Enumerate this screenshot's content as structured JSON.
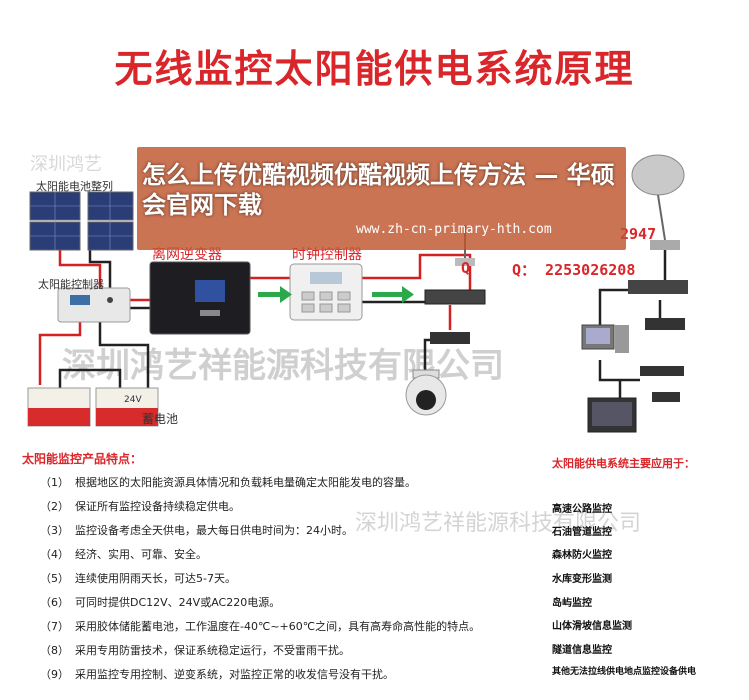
{
  "title": "无线监控太阳能供电系统原理",
  "watermarks": {
    "top_left": "深圳鸿艺",
    "center": "深圳鸿艺祥能源科技有限公司",
    "lower": "深圳鸿艺祥能源科技有限公司"
  },
  "overlay": {
    "title": "怎么上传优酷视频优酷视频上传方法 — 华硕会官网下载",
    "url": "www.zh-cn-primary-hth.com"
  },
  "diagram": {
    "solar_panel": "太阳能电池整列",
    "controller": "太阳能控制器",
    "inverter": "离网逆变器",
    "timer": "时钟控制器",
    "battery": "蓄电池",
    "battery_voltage": "24V",
    "contact_q": "Q：  2253026208",
    "contact_q_left": "Q",
    "contact_fragment": "2947"
  },
  "features": {
    "title": "太阳能监控产品特点：",
    "items": [
      {
        "num": "（1）",
        "text": "根据地区的太阳能资源具体情况和负载耗电量确定太阳能发电的容量。"
      },
      {
        "num": "（2）",
        "text": "保证所有监控设备持续稳定供电。"
      },
      {
        "num": "（3）",
        "text": "监控设备考虑全天供电，最大每日供电时间为：24小时。"
      },
      {
        "num": "（4）",
        "text": "经济、实用、可靠、安全。"
      },
      {
        "num": "（5）",
        "text": "连续使用阴雨天长，可达5-7天。"
      },
      {
        "num": "（6）",
        "text": "可同时提供DC12V、24V或AC220电源。"
      },
      {
        "num": "（7）",
        "text": "采用胶体储能蓄电池，工作温度在-40℃~+60℃之间，具有高寿命高性能的特点。"
      },
      {
        "num": "（8）",
        "text": "采用专用防雷技术，保证系统稳定运行，不受雷雨干扰。"
      },
      {
        "num": "（9）",
        "text": "采用监控专用控制、逆变系统，对监控正常的收发信号没有干扰。"
      }
    ]
  },
  "applications": {
    "title": "太阳能供电系统主要应用于：",
    "items": [
      "高速公路监控",
      "石油管道监控",
      "森林防火监控",
      "水库变形监测",
      "岛屿监控",
      "山体滑坡信息监测",
      "隧道信息监控",
      "其他无法拉线供电地点监控设备供电"
    ]
  },
  "colors": {
    "red": "#d9262a",
    "wire_red": "#d42020",
    "wire_black": "#222222",
    "arrow_green": "#2aa84a",
    "overlay_bg": "#be552d"
  }
}
